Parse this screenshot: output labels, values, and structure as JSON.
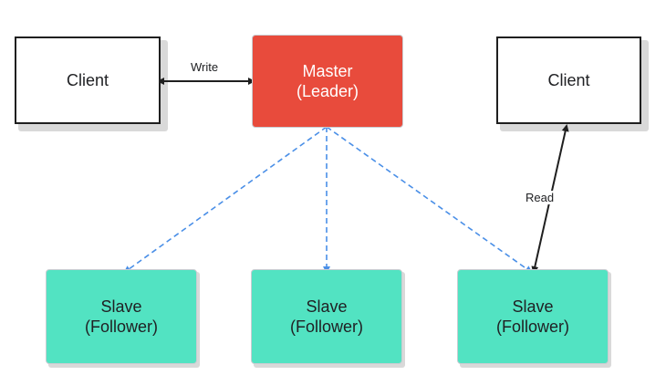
{
  "nodes": {
    "client_left": {
      "label": "Client"
    },
    "master": {
      "line1": "Master",
      "line2": "(Leader)"
    },
    "client_right": {
      "label": "Client"
    },
    "slave_left": {
      "line1": "Slave",
      "line2": "(Follower)"
    },
    "slave_middle": {
      "line1": "Slave",
      "line2": "(Follower)"
    },
    "slave_right": {
      "line1": "Slave",
      "line2": "(Follower)"
    }
  },
  "edges": {
    "write_label": "Write",
    "read_label": "Read"
  },
  "colors": {
    "master_fill": "#e84b3c",
    "slave_fill": "#52e3c2",
    "replication_line": "#4a8fe7",
    "connection_line": "#1f1f1f"
  }
}
